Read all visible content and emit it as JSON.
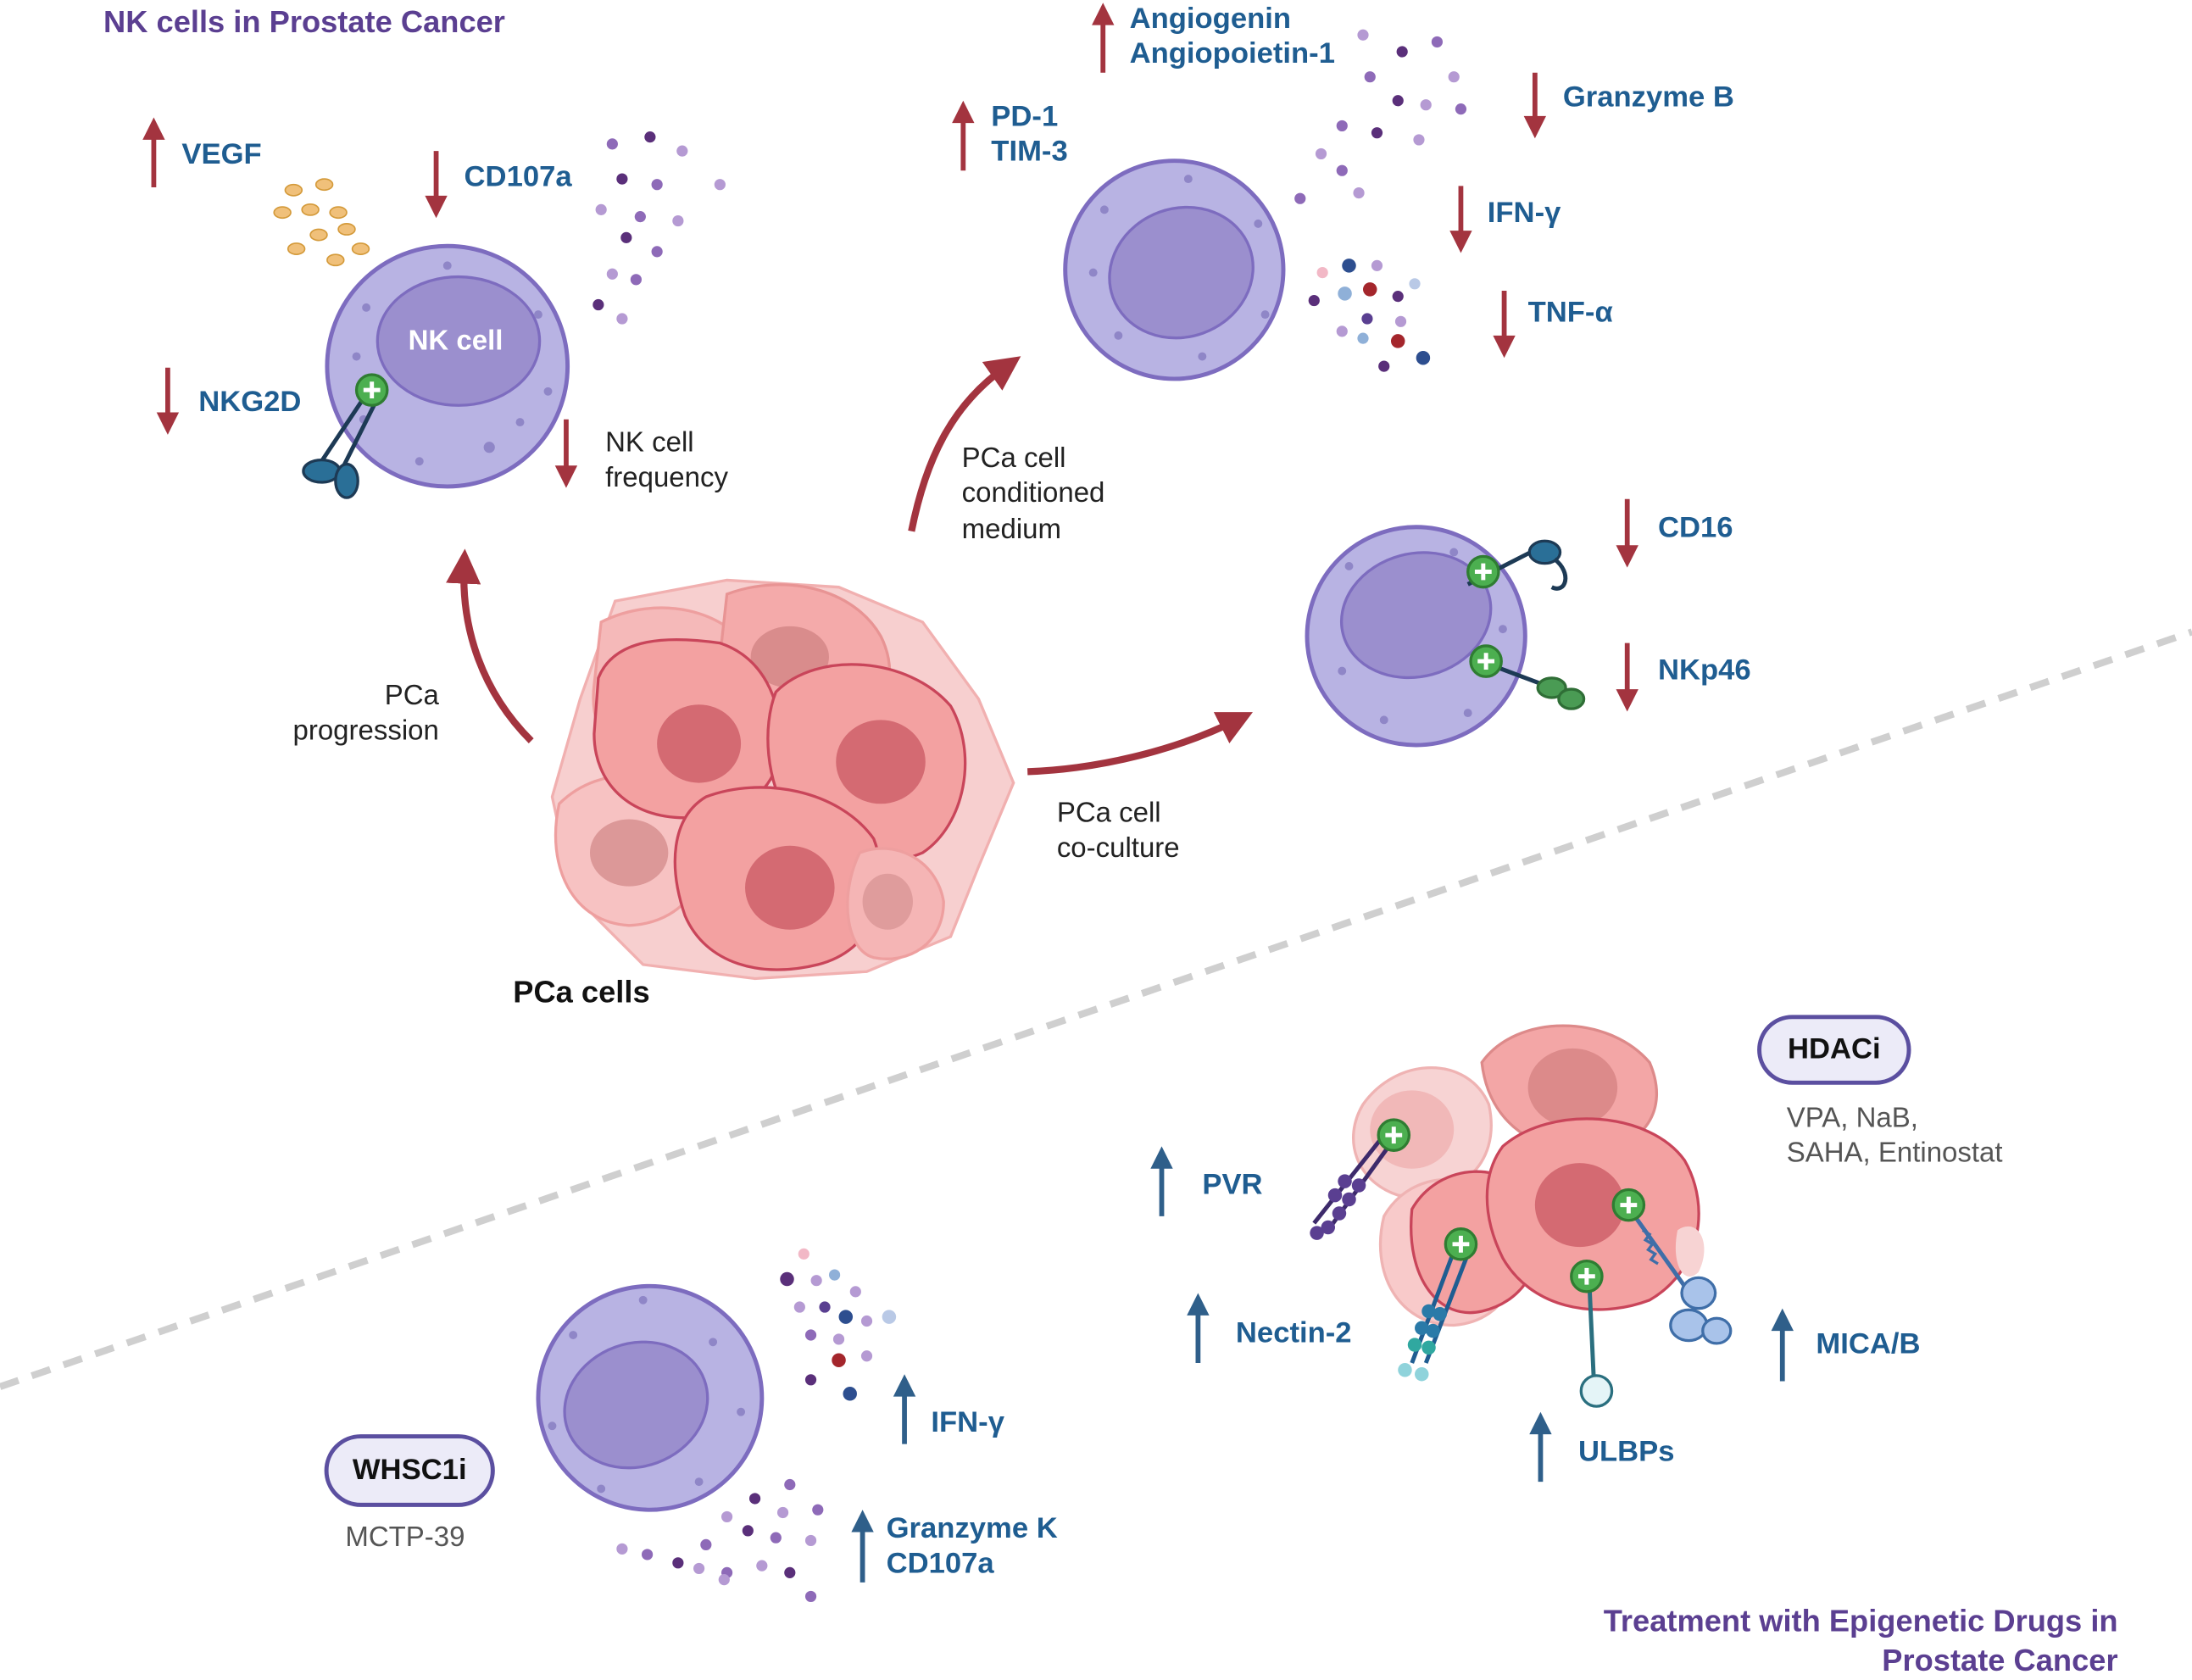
{
  "top_panel": {
    "title": "NK cells in Prostate Cancer",
    "nk_cell_label": "NK cell",
    "vegf": "VEGF",
    "cd107a": "CD107a",
    "nkg2d": "NKG2D",
    "nk_frequency": [
      "NK cell",
      "frequency"
    ],
    "progression": [
      "PCa",
      "progression"
    ],
    "conditioned_medium": [
      "PCa cell",
      "conditioned",
      "medium"
    ],
    "coculture": [
      "PCa cell",
      "co-culture"
    ],
    "pca_cells": "PCa cells",
    "angiogenin": "Angiogenin",
    "angiopoietin": "Angiopoietin-1",
    "pd1": "PD-1",
    "tim3": "TIM-3",
    "granzyme_b": "Granzyme B",
    "ifn_gamma": "IFN-γ",
    "tnf_alpha": "TNF-α",
    "cd16": "CD16",
    "nkp46": "NKp46"
  },
  "bottom_panel": {
    "title": [
      "Treatment with Epigenetic Drugs in",
      "Prostate Cancer"
    ],
    "hdaci": "HDACi",
    "hdaci_drugs": [
      "VPA, NaB,",
      "SAHA, Entinostat"
    ],
    "whsc1i": "WHSC1i",
    "whsc1i_drug": "MCTP-39",
    "pvr": "PVR",
    "nectin2": "Nectin-2",
    "ulbps": "ULBPs",
    "mica_b": "MICA/B",
    "ifn_gamma": "IFN-γ",
    "granzyme_k": "Granzyme K",
    "cd107a": "CD107a"
  },
  "colors": {
    "title": "#5b3f91",
    "marker_text": "#1f5d91",
    "arrow_down": "#a3343f",
    "arrow_up": "#2f5f8a",
    "nk_cell": "#b8b3e3",
    "nucleus": "#9b8fce",
    "pca_cell": "#f19a9a"
  }
}
